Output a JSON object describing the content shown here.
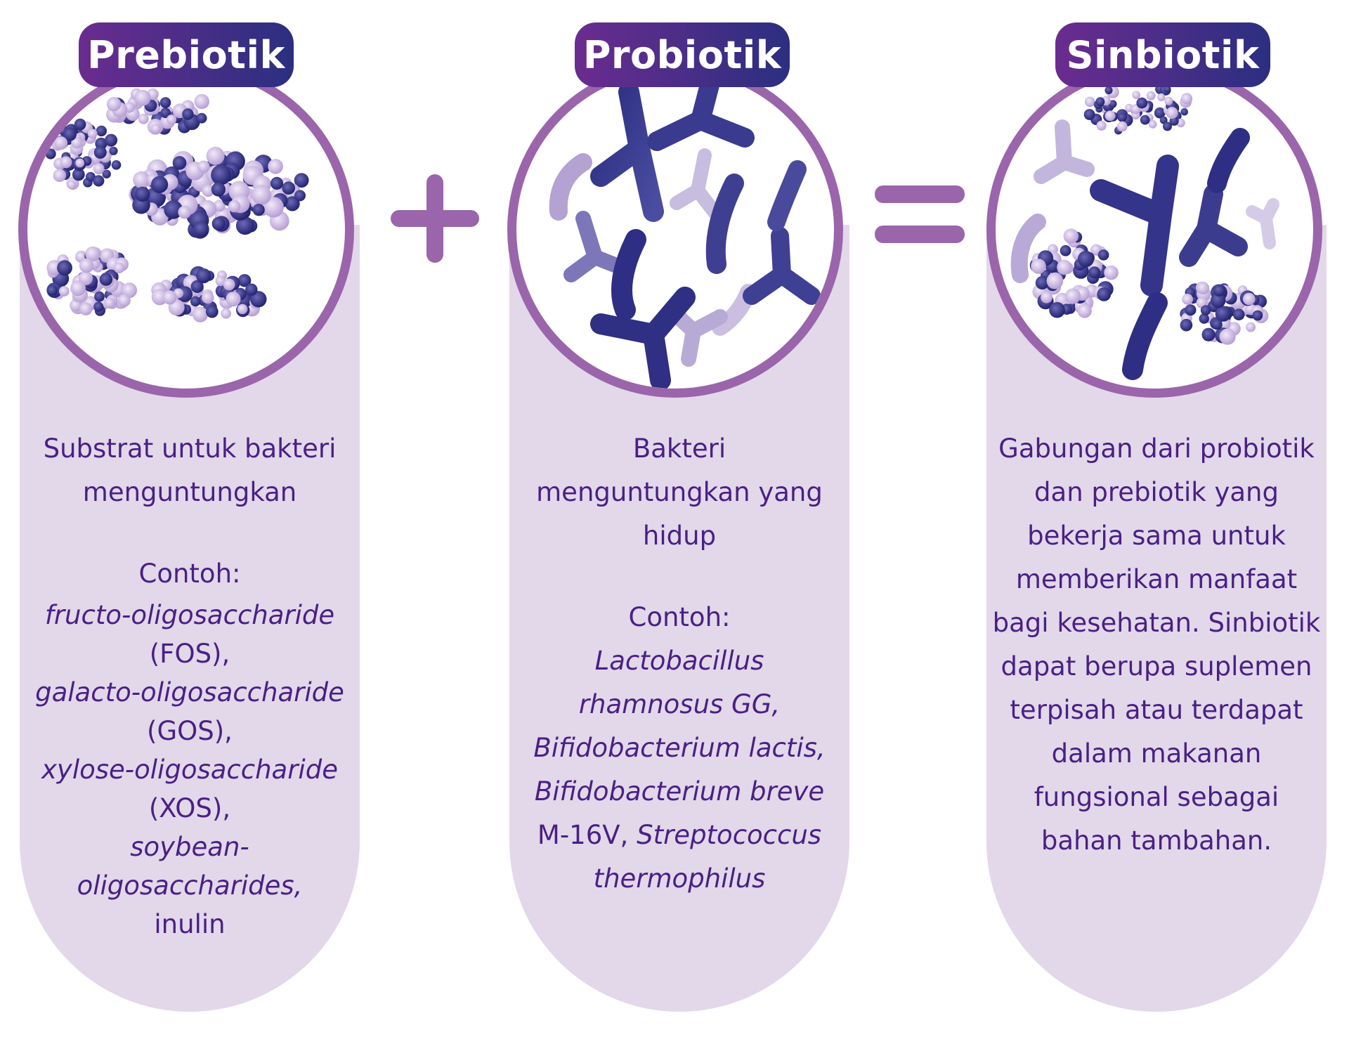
{
  "colors": {
    "ring": "#9a65aa",
    "pill_fill": "#e2d8e9",
    "text": "#4a1f86",
    "title_gradient_start": "#6a2c8f",
    "title_gradient_end": "#2b2f80",
    "bacteria_dark": "#2c2e7f",
    "bacteria_light": "#c4b0dd"
  },
  "operators": {
    "plus": "+",
    "equals": "="
  },
  "columns": [
    {
      "title": "Prebiotik",
      "description_lines": [
        "Substrat untuk bakteri",
        "menguntungkan"
      ],
      "example_label": "Contoh:",
      "example_lines": [
        [
          "fructo-oligosaccharide"
        ],
        [
          "(FOS),"
        ],
        [
          "galacto-oligosaccharide"
        ],
        [
          "(GOS),"
        ],
        [
          "xylose-oligosaccharide"
        ],
        [
          "(XOS),"
        ],
        [
          "soybean-oligosaccharides,"
        ],
        [
          "inulin"
        ]
      ],
      "icon": "prebiotic-cluster-icon"
    },
    {
      "title": "Probiotik",
      "description_lines": [
        "Bakteri",
        "menguntungkan yang",
        "hidup"
      ],
      "example_label": "Contoh:",
      "example_lines": [
        [
          "Lactobacillus"
        ],
        [
          "rhamnosus GG,"
        ],
        [
          "Bifidobacterium lactis,"
        ],
        [
          "Bifidobacterium breve"
        ],
        [
          "M-16V, ",
          "Streptococcus"
        ],
        [
          "thermophilus"
        ]
      ],
      "icon": "probiotic-bacteria-icon"
    },
    {
      "title": "Sinbiotik",
      "description_lines": [
        "Gabungan dari probiotik",
        "dan prebiotik yang",
        "bekerja sama untuk",
        "memberikan manfaat",
        "bagi kesehatan. Sinbiotik",
        "dapat berupa suplemen",
        "terpisah atau terdapat",
        "dalam makanan",
        "fungsional sebagai",
        "bahan tambahan."
      ],
      "icon": "synbiotic-mixture-icon"
    }
  ]
}
